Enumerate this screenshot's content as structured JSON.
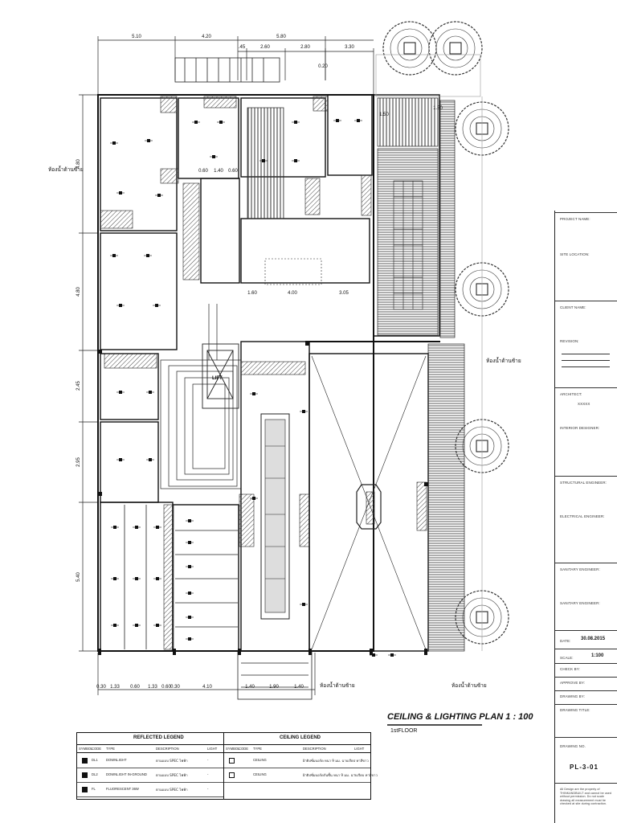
{
  "drawing": {
    "title": "CEILING & LIGHTING PLAN  1 : 100",
    "subtitle": "1stFLOOR",
    "room_labels": [
      "LIFT"
    ],
    "tag_labels": [
      "ห้องน้ำด้านซ้าย",
      "ห้องน้ำด้านซ้าย",
      "ห้องน้ำด้านซ้าย",
      "ห้องน้ำด้านซ้าย"
    ],
    "dims_top_1": [
      "5.10",
      "4.20",
      "5.80"
    ],
    "dims_top_2": [
      ".45",
      "2.60",
      "2.80",
      "3.30"
    ],
    "dims_bottom": [
      "0.30",
      "1.33",
      "0.60",
      "1.33",
      "0.60",
      "0.30",
      "4.10",
      "1.40",
      "1.90",
      "1.40"
    ],
    "dims_left": [
      "4.80",
      "4.80",
      "2.45",
      "2.95",
      "5.40"
    ],
    "dims_inner": [
      "0.60",
      "1.40",
      "0.60",
      "1.60",
      "4.00",
      "3.05",
      "1.50",
      "1.50",
      "0.20"
    ]
  },
  "title_block": {
    "fields": [
      {
        "label": "PROJECT NAME:",
        "value": ""
      },
      {
        "label": "SITE LOCATION:",
        "value": ""
      },
      {
        "label": "CLIENT NAME:",
        "value": ""
      },
      {
        "label": "REVISION:",
        "value": ""
      },
      {
        "label": "ARCHITECT:",
        "value": "XXXXX"
      },
      {
        "label": "INTERIOR DESIGNER:",
        "value": ""
      },
      {
        "label": "STRUCTURAL ENGINEER:",
        "value": ""
      },
      {
        "label": "ELECTRICAL ENGINEER:",
        "value": ""
      },
      {
        "label": "SANITARY ENGINEER:",
        "value": ""
      },
      {
        "label": "SANITARY ENGINEER:",
        "value": ""
      }
    ],
    "date_label": "DATE:",
    "date_value": "30.08.2015",
    "scale_label": "SCALE:",
    "scale_value": "1:100",
    "check_label": "CHECK BY:",
    "approve_label": "APPROVE BY:",
    "drawn_label": "DRAWING BY:",
    "drawing_title_label": "DRAWING TITLE:",
    "drawing_no_label": "DRAWING NO.",
    "drawing_no": "PL-3-01",
    "note": "All Design are the property of THINKANDBUILT and cannot be used without permission. Do not scale drawing all measurement must be checked at site during contraction."
  },
  "legend": {
    "reflected": {
      "title": "REFLECTED LEGEND",
      "headers": [
        "SYMBOL",
        "CODE",
        "TYPE",
        "DESCRIPTION",
        "LIGHT"
      ],
      "rows": [
        {
          "code": "DL1",
          "type": "DOWNLIGHT",
          "desc": "ตามแบบ SPEC ไฟฟ้า",
          "light": "-"
        },
        {
          "code": "DL2",
          "type": "DOWNLIGHT IN-GROUND",
          "desc": "ตามแบบ SPEC ไฟฟ้า",
          "light": "-"
        },
        {
          "code": "FL",
          "type": "FLUORESCENT 36W",
          "desc": "ตามแบบ SPEC ไฟฟ้า",
          "light": "-"
        }
      ]
    },
    "ceiling": {
      "title": "CEILING LEGEND",
      "headers": [
        "SYMBOL",
        "CODE",
        "TYPE",
        "DESCRIPTION",
        "LIGHT"
      ],
      "rows": [
        {
          "code": "",
          "type": "CEILING",
          "desc": "ฝ้ายิปซั่มบอร์ด หนา 9 มม. ฉาบเรียบ ทาสีขาว",
          "light": "-"
        },
        {
          "code": "",
          "type": "CEILING",
          "desc": "ฝ้ายิปซั่มบอร์ดกันชื้น หนา 9 มม. ฉาบเรียบ ทาสีขาว",
          "light": "-"
        }
      ]
    }
  },
  "colors": {
    "line": "#111111",
    "hatch": "#555555",
    "paper": "#ffffff"
  }
}
